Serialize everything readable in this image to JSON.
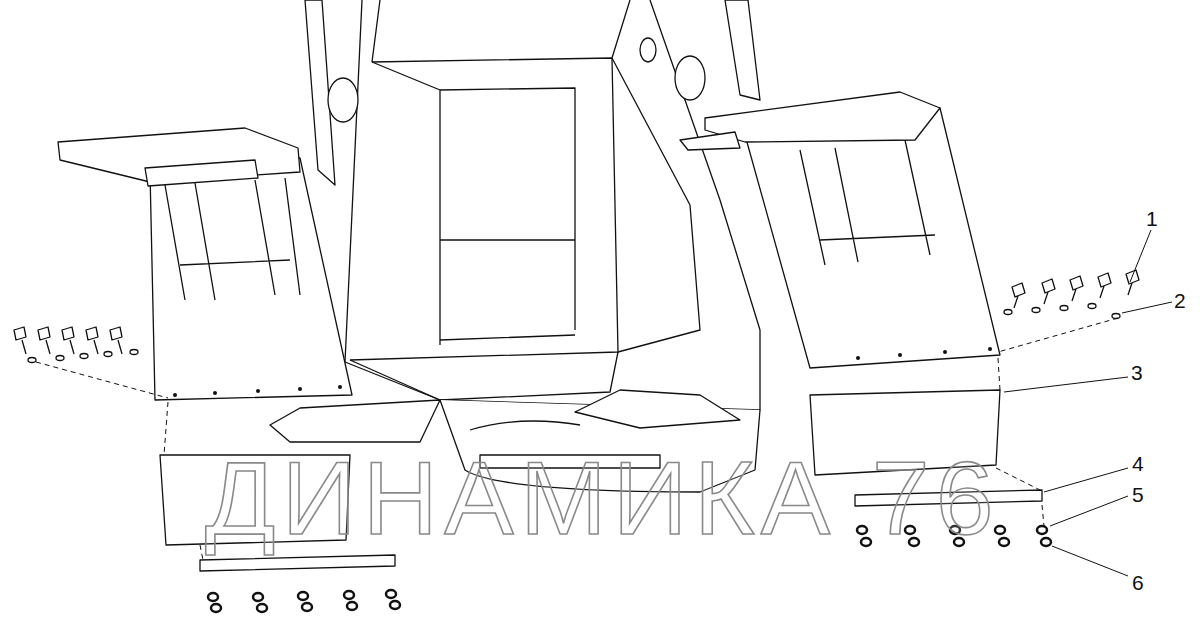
{
  "diagram": {
    "labels": [
      "1",
      "2",
      "3",
      "4",
      "5",
      "6",
      "ДИНАМИКА 76"
    ]
  }
}
